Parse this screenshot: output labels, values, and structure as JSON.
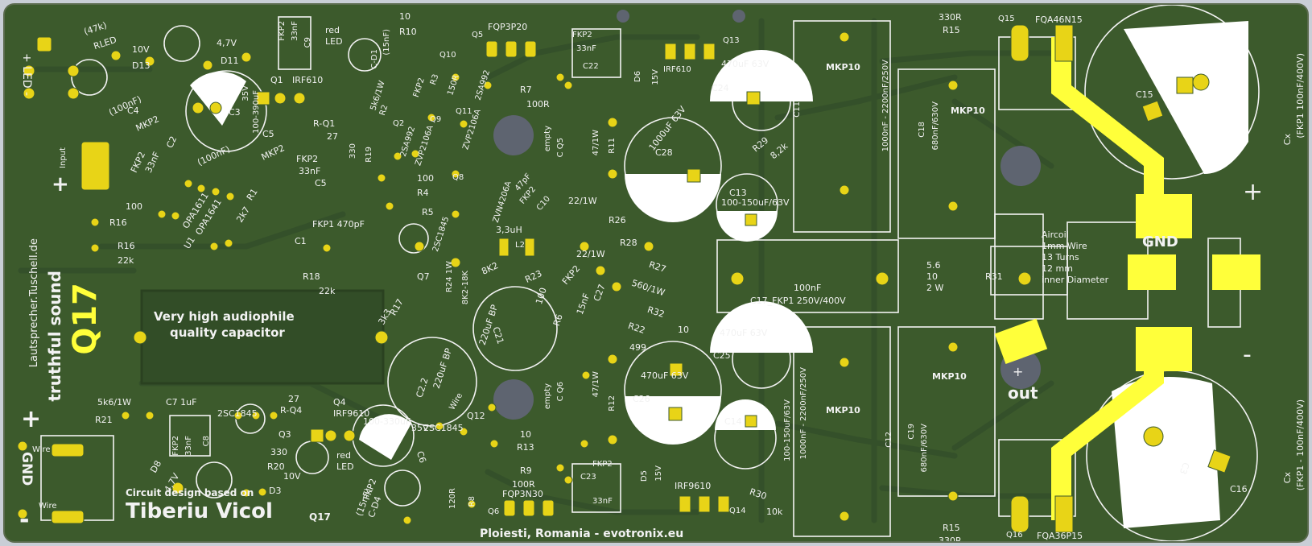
{
  "board": {
    "title_mark": "Q17",
    "subtitle": "truthful sound",
    "website": "Lautsprecher.Tuschell.de",
    "capacitor_note_line1": "Very high audiophile",
    "capacitor_note_line2": "quality capacitor",
    "design_credit": "Circuit design based on",
    "designer": "Tiberiu Vicol",
    "designer_suffix": "Q17",
    "location": "Ploiesti, Romania - evotronix.eu"
  },
  "connectors": {
    "led": "+ LED -",
    "input": "Input",
    "input_plus": "+",
    "power_plus": "+",
    "power_gnd": "GND",
    "power_minus": "-",
    "wire_top": "Wire",
    "wire_bottom": "Wire",
    "out_plus": "+",
    "out": "out",
    "gnd_right": "GND",
    "right_plus": "+",
    "right_minus": "-",
    "cx_top": "Cx",
    "cx_top_spec": "(FKP1 100nF/400V)",
    "cx_bottom": "Cx",
    "cx_bottom_spec": "(FKP1 - 100nF/400V)"
  },
  "coil": {
    "line1": "Aircoil",
    "line2": "1mm Wire",
    "line3": "13 Turns",
    "line4": "12 mm",
    "line5": "inner Diameter"
  },
  "labels": {
    "r_47k": "(47k)",
    "rled": "RLED",
    "d13_v": "10V",
    "d13": "D13",
    "d11_v": "4,7V",
    "d11": "D11",
    "fkp2_c9": "FKP2",
    "c9_val": "33nF",
    "c9": "C9",
    "red_led_top": "red",
    "led_top": "LED",
    "r10_val": "10",
    "r10": "R10",
    "c_d1": "C-D1",
    "c_d1_val": "(15nF)",
    "q10": "Q10",
    "q5": "Q5",
    "fqp3p20": "FQP3P20",
    "fkp2_c22": "FKP2",
    "c22_val": "33nF",
    "c22": "C22",
    "irf610_top": "IRF610",
    "q13": "Q13",
    "c24_val": "470uF 63V",
    "c24": "C24",
    "mkp10_c11": "MKP10",
    "c11_spec": "1000nF - 2200nF/250V",
    "c11": "C11",
    "r15_val_top": "330R",
    "r15_top": "R15",
    "q15": "Q15",
    "fqa46n15": "FQA46N15",
    "c15": "C15",
    "c4_val": "(100nF)",
    "c4": "C4",
    "mkp2_c4": "MKP2",
    "c3_v": "35V",
    "c3": "C3",
    "c3_val": "100-390uF",
    "q1": "Q1",
    "irf610_q1": "IRF610",
    "r_q1": "R-Q1",
    "r2_val": "5k6/1W",
    "r2": "R2",
    "r3": "R3",
    "r3_val": "150R",
    "fkp2_r3": "FKP2",
    "q11": "Q11",
    "q9": "Q9",
    "q2": "Q2",
    "sa992_a": "2SA992",
    "sa992_b": "2SA992",
    "zvp_a": "ZVP2106A",
    "zvp_b": "ZVP2106A",
    "r7_val": "100R",
    "r7": "R7",
    "empty_q5": "empty",
    "c_q5": "C Q5",
    "r11_val": "47/1W",
    "r11": "R11",
    "d6": "D6",
    "d6_v": "15V",
    "c28_val": "1000uF 63V",
    "c28": "C28",
    "r29": "R29",
    "r29_val": "8,2k",
    "c13": "C13",
    "c13_val": "100-150uF/63V",
    "mkp10_c18": "MKP10",
    "c18": "C18",
    "c18_spec": "680nF/630V",
    "fkp2_c2": "FKP2",
    "c2_val": "33nF",
    "c2": "C2",
    "mkp2_c5": "MKP2",
    "c5_val": "(100nF)",
    "c5": "C5",
    "r_27": "27",
    "fkp2_c5b": "FKP2",
    "c5b_val": "33nF",
    "c5b": "C5",
    "r19_val": "330",
    "r19": "R19",
    "r4_val": "100",
    "r4": "R4",
    "q8": "Q8",
    "zvn": "ZVN4206A",
    "c10_val": "47pF",
    "fkp2_c10": "FKP2",
    "c10": "C10",
    "r_22_1w": "22/1W",
    "opa1611": "OPA1611",
    "opa1641": "OPA1641",
    "u1": "U1",
    "r1": "R1",
    "r1_val": "2k7",
    "r16_val": "100",
    "r16": "R16",
    "r16b": "R16",
    "r16b_val": "22k",
    "r5": "R5",
    "c1_val": "FKP1 470pF",
    "c1": "C1",
    "q7": "Q7",
    "sc1845_a": "2SC1845",
    "l2_val": "3,3uH",
    "l2": "L2",
    "r26": "R26",
    "r_22_1w_b": "22/1W",
    "r28": "R28",
    "r18": "R18",
    "r18_val": "22k",
    "r24": "R24 1W",
    "r24_val": "8K2-18K",
    "r23_val": "8K2",
    "r23": "R23",
    "fkp2_c27": "FKP2",
    "c27_val": "15nF",
    "c27": "C27",
    "r27": "R27",
    "r27_val": "560/1W",
    "c17_val": "100nF",
    "c17": "C17_FKP1 250V/400V",
    "r31_a": "5.6",
    "r31_b": "10",
    "r31_c": "2 W",
    "r31": "R31",
    "r17": "R17",
    "r17_val": "3k3",
    "r6": "R6",
    "r6_val": "100",
    "c21": "C21",
    "c21_val": "220uF BP",
    "r22": "R22",
    "r22_val": "10",
    "r32": "R32",
    "r32_val": "499",
    "c25_val": "470uF 63V",
    "c25": "C25",
    "mkp10_c12": "MKP10",
    "c12_spec": "1000nF - 2200nF/250V",
    "c12": "C12",
    "mkp10_c19": "MKP10",
    "c19": "C19",
    "c19_spec": "680nF/630V",
    "c2_2": "C2.2",
    "c2_2_val": "220uF BP",
    "c26_val": "470uF 63V",
    "c26": "C26",
    "c14": "C14",
    "c14_spec": "100-150uF/63V",
    "r12_val": "47/1W",
    "r12": "R12",
    "empty_q6": "empty",
    "c_q6": "C Q6",
    "r13_val": "10",
    "r13": "R13",
    "r9": "R9",
    "r9_val": "100R",
    "r21_val": "5k6/1W",
    "r21": "R21",
    "c7_val": "C7 1uF",
    "r_q4_val": "27",
    "r_q4": "R-Q4",
    "q4": "Q4",
    "irf9610_q4": "IRF9610",
    "sc1845_b": "2SC1845",
    "fkp2_c8": "FKP2",
    "c8_val": "33nF",
    "c8": "C8",
    "q3": "Q3",
    "r20_val": "330",
    "r20": "R20",
    "c6_val": "100-330uF",
    "c6_v": "35V",
    "c6": "C6",
    "sc1845_c": "2SC1845",
    "q12": "Q12",
    "wire_c": "Wire",
    "d8": "D8",
    "d8_v": "4,7V",
    "d3": "D3",
    "d3_v": "10V",
    "red_led_bottom": "red",
    "led_bottom": "LED",
    "c_d4": "C-D4",
    "c_d4_val": "(15nF)",
    "fkp2_cd4": "FKP2",
    "r8_val": "120R",
    "r8": "R8",
    "q6": "Q6",
    "fqp3n30": "FQP3N30",
    "fkp2_c23": "FKP2",
    "c23": "C23",
    "c23_val": "33nF",
    "d5": "D5",
    "d5_v": "15V",
    "irf9610_q14": "IRF9610",
    "q14": "Q14",
    "r30": "R30",
    "r30_val": "10k",
    "r15_val_bottom": "330R",
    "r15_bottom": "R15",
    "q16": "Q16",
    "fqa36p15": "FQA36P15",
    "c16": "C16",
    "c3_bottom": "C3"
  },
  "colors": {
    "board": "#3c5a2c",
    "copper_trace": "#4b6e33",
    "pad": "#e8d417",
    "silkscreen": "#f2f2f2",
    "bright_copper": "#ffff3a",
    "hole": "#5e6470"
  }
}
